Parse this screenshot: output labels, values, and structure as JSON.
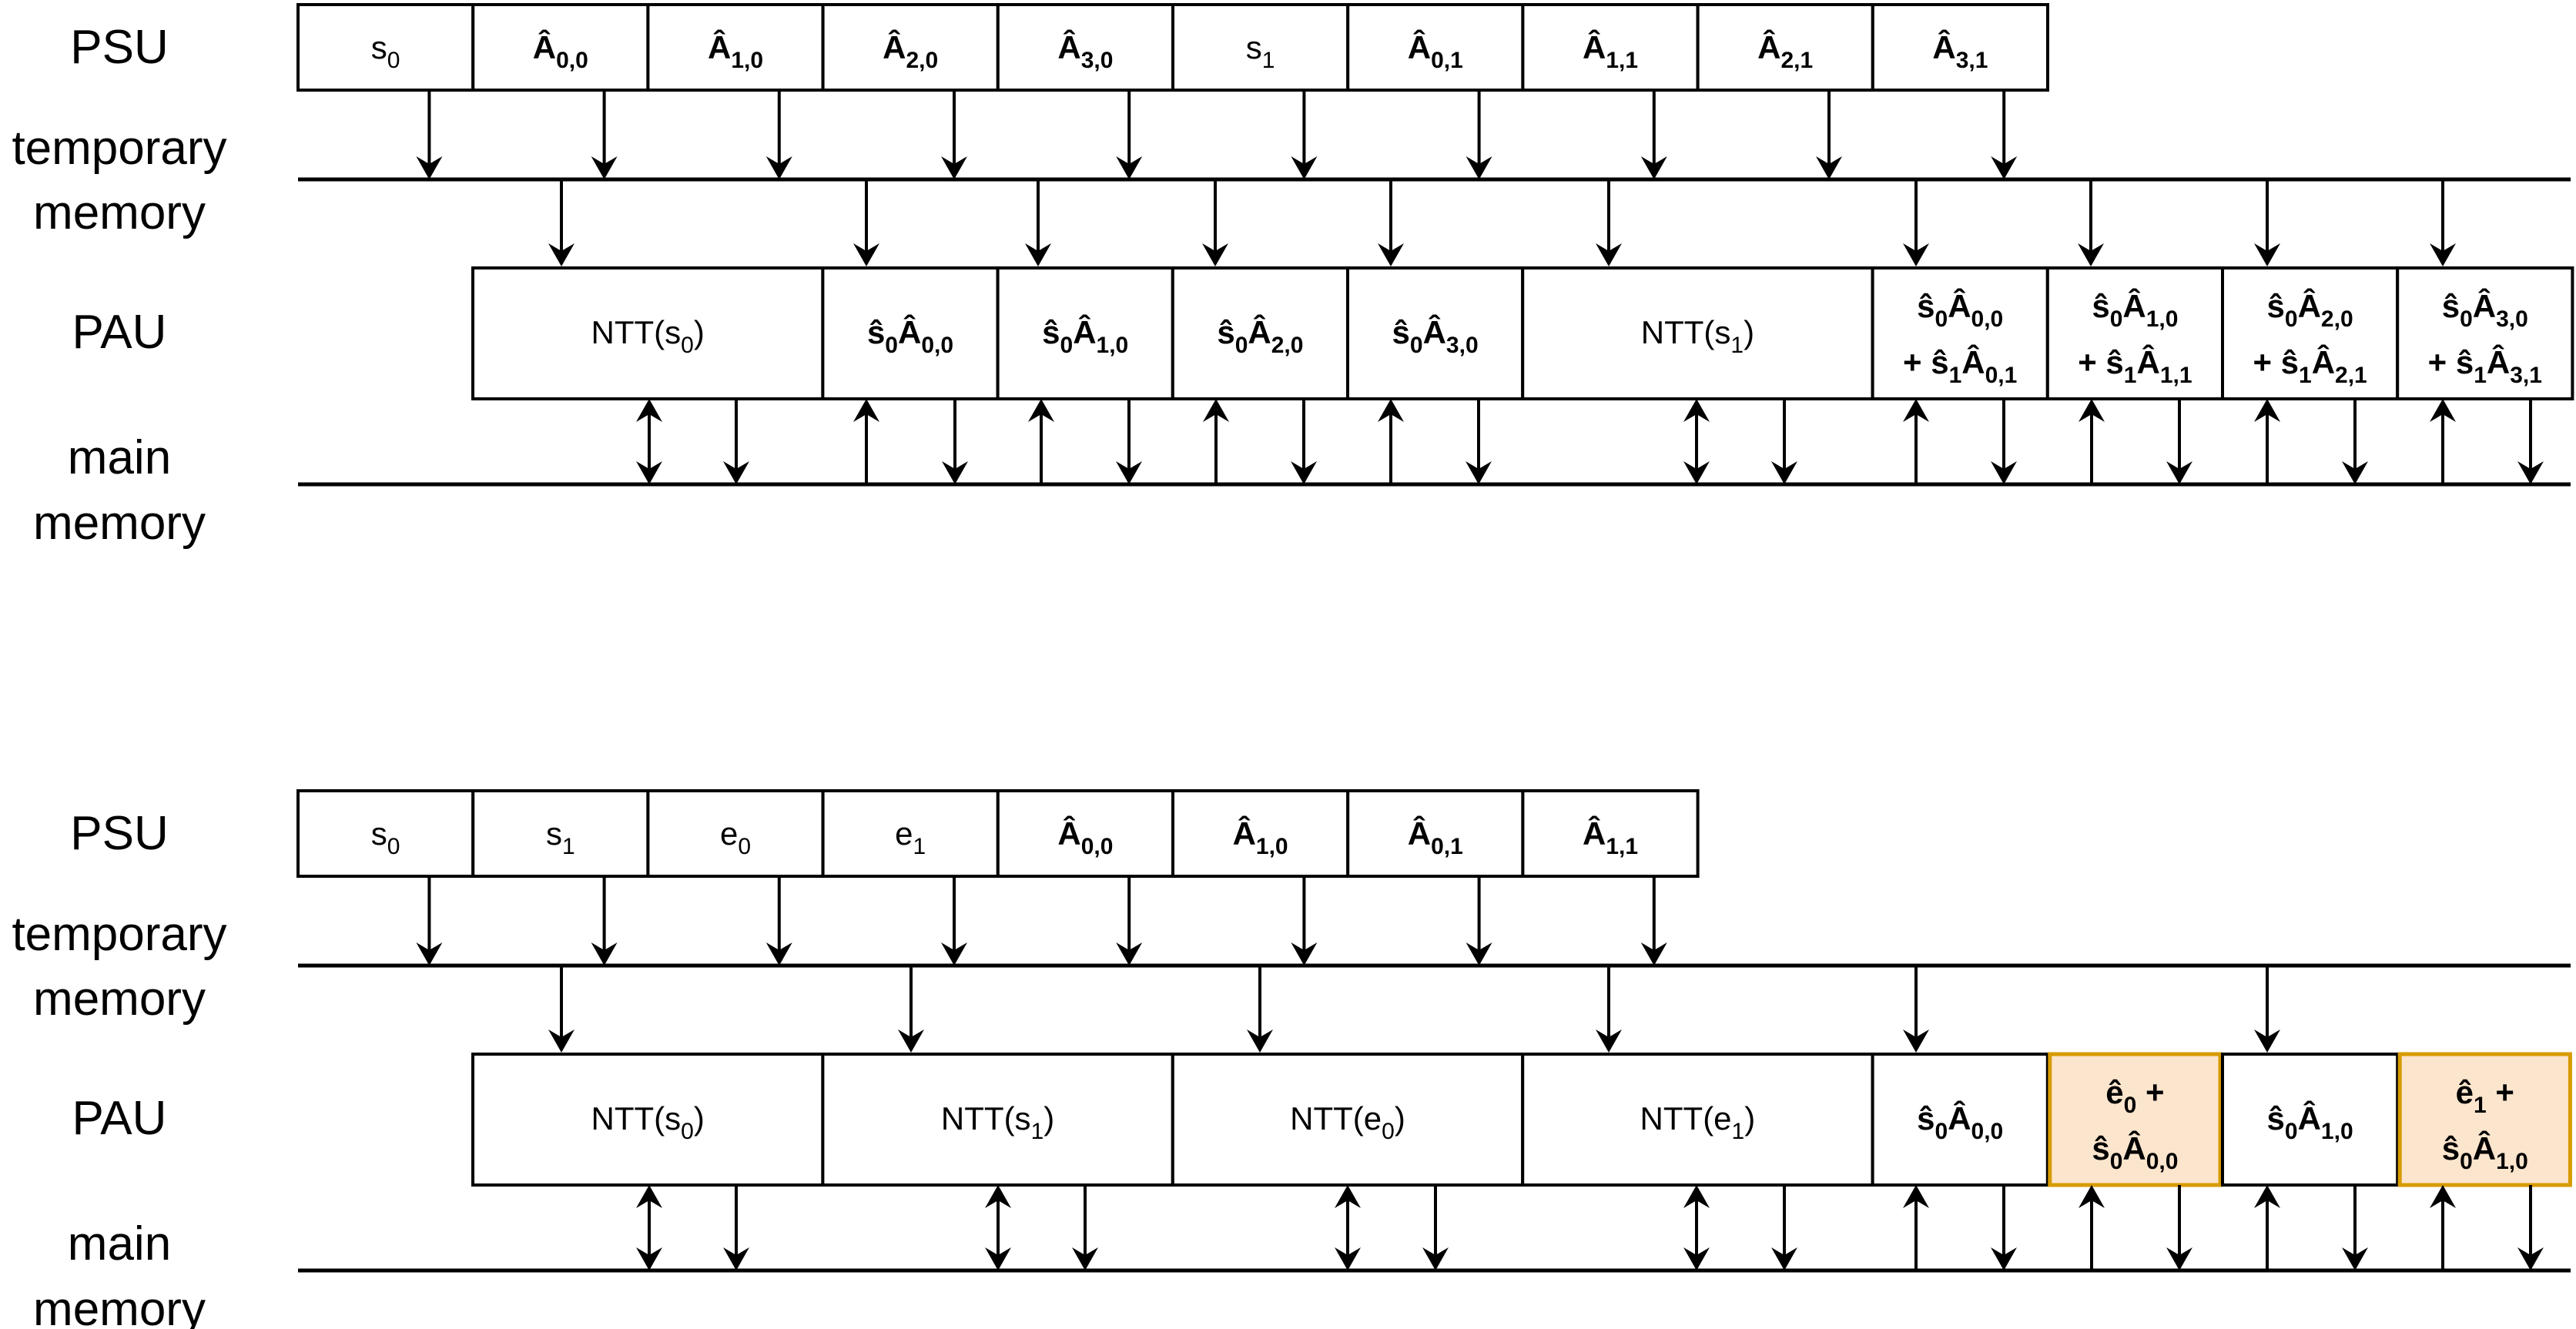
{
  "diagrams": [
    {
      "lanes": {
        "psu": "PSU",
        "temporary_memory": [
          "temporary",
          "memory"
        ],
        "pau": "PAU",
        "main_memory": [
          "main",
          "memory"
        ]
      },
      "psu_cells": [
        {
          "base": "s",
          "sub": "0",
          "bold": false
        },
        {
          "base": "Â",
          "sub": "0,0",
          "bold": true
        },
        {
          "base": "Â",
          "sub": "1,0",
          "bold": true
        },
        {
          "base": "Â",
          "sub": "2,0",
          "bold": true
        },
        {
          "base": "Â",
          "sub": "3,0",
          "bold": true
        },
        {
          "base": "s",
          "sub": "1",
          "bold": false
        },
        {
          "base": "Â",
          "sub": "0,1",
          "bold": true
        },
        {
          "base": "Â",
          "sub": "1,1",
          "bold": true
        },
        {
          "base": "Â",
          "sub": "2,1",
          "bold": true
        },
        {
          "base": "Â",
          "sub": "3,1",
          "bold": true
        }
      ],
      "pau_cells": [
        {
          "lines": [
            [
              [
                "NTT(s",
                ""
              ],
              [
                "0",
                "sub"
              ],
              [
                ")",
                ""
              ]
            ]
          ],
          "bold": false,
          "highlight": false
        },
        {
          "lines": [
            [
              [
                "ŝ",
                ""
              ],
              [
                "0",
                "sub"
              ],
              [
                "Â",
                ""
              ],
              [
                "0,0",
                "sub"
              ]
            ]
          ],
          "bold": true,
          "highlight": false
        },
        {
          "lines": [
            [
              [
                "ŝ",
                ""
              ],
              [
                "0",
                "sub"
              ],
              [
                "Â",
                ""
              ],
              [
                "1,0",
                "sub"
              ]
            ]
          ],
          "bold": true,
          "highlight": false
        },
        {
          "lines": [
            [
              [
                "ŝ",
                ""
              ],
              [
                "0",
                "sub"
              ],
              [
                "Â",
                ""
              ],
              [
                "2,0",
                "sub"
              ]
            ]
          ],
          "bold": true,
          "highlight": false
        },
        {
          "lines": [
            [
              [
                "ŝ",
                ""
              ],
              [
                "0",
                "sub"
              ],
              [
                "Â",
                ""
              ],
              [
                "3,0",
                "sub"
              ]
            ]
          ],
          "bold": true,
          "highlight": false
        },
        {
          "lines": [
            [
              [
                "NTT(s",
                ""
              ],
              [
                "1",
                "sub"
              ],
              [
                ")",
                ""
              ]
            ]
          ],
          "bold": false,
          "highlight": false
        },
        {
          "lines": [
            [
              [
                "ŝ",
                ""
              ],
              [
                "0",
                "sub"
              ],
              [
                "Â",
                ""
              ],
              [
                "0,0",
                "sub"
              ]
            ],
            [
              [
                "+ ŝ",
                ""
              ],
              [
                "1",
                "sub"
              ],
              [
                "Â",
                ""
              ],
              [
                "0,1",
                "sub"
              ]
            ]
          ],
          "bold": true,
          "highlight": false
        },
        {
          "lines": [
            [
              [
                "ŝ",
                ""
              ],
              [
                "0",
                "sub"
              ],
              [
                "Â",
                ""
              ],
              [
                "1,0",
                "sub"
              ]
            ],
            [
              [
                "+ ŝ",
                ""
              ],
              [
                "1",
                "sub"
              ],
              [
                "Â",
                ""
              ],
              [
                "1,1",
                "sub"
              ]
            ]
          ],
          "bold": true,
          "highlight": false
        },
        {
          "lines": [
            [
              [
                "ŝ",
                ""
              ],
              [
                "0",
                "sub"
              ],
              [
                "Â",
                ""
              ],
              [
                "2,0",
                "sub"
              ]
            ],
            [
              [
                "+ ŝ",
                ""
              ],
              [
                "1",
                "sub"
              ],
              [
                "Â",
                ""
              ],
              [
                "2,1",
                "sub"
              ]
            ]
          ],
          "bold": true,
          "highlight": false
        },
        {
          "lines": [
            [
              [
                "ŝ",
                ""
              ],
              [
                "0",
                "sub"
              ],
              [
                "Â",
                ""
              ],
              [
                "3,0",
                "sub"
              ]
            ],
            [
              [
                "+ ŝ",
                ""
              ],
              [
                "1",
                "sub"
              ],
              [
                "Â",
                ""
              ],
              [
                "3,1",
                "sub"
              ]
            ]
          ],
          "bold": true,
          "highlight": false
        }
      ]
    },
    {
      "lanes": {
        "psu": "PSU",
        "temporary_memory": [
          "temporary",
          "memory"
        ],
        "pau": "PAU",
        "main_memory": [
          "main",
          "memory"
        ]
      },
      "psu_cells": [
        {
          "base": "s",
          "sub": "0",
          "bold": false
        },
        {
          "base": "s",
          "sub": "1",
          "bold": false
        },
        {
          "base": "e",
          "sub": "0",
          "bold": false
        },
        {
          "base": "e",
          "sub": "1",
          "bold": false
        },
        {
          "base": "Â",
          "sub": "0,0",
          "bold": true
        },
        {
          "base": "Â",
          "sub": "1,0",
          "bold": true
        },
        {
          "base": "Â",
          "sub": "0,1",
          "bold": true
        },
        {
          "base": "Â",
          "sub": "1,1",
          "bold": true
        }
      ],
      "pau_cells": [
        {
          "lines": [
            [
              [
                "NTT(s",
                ""
              ],
              [
                "0",
                "sub"
              ],
              [
                ")",
                ""
              ]
            ]
          ],
          "bold": false,
          "highlight": false
        },
        {
          "lines": [
            [
              [
                "NTT(s",
                ""
              ],
              [
                "1",
                "sub"
              ],
              [
                ")",
                ""
              ]
            ]
          ],
          "bold": false,
          "highlight": false
        },
        {
          "lines": [
            [
              [
                "NTT(e",
                ""
              ],
              [
                "0",
                "sub"
              ],
              [
                ")",
                ""
              ]
            ]
          ],
          "bold": false,
          "highlight": false
        },
        {
          "lines": [
            [
              [
                "NTT(e",
                ""
              ],
              [
                "1",
                "sub"
              ],
              [
                ")",
                ""
              ]
            ]
          ],
          "bold": false,
          "highlight": false
        },
        {
          "lines": [
            [
              [
                "ŝ",
                ""
              ],
              [
                "0",
                "sub"
              ],
              [
                "Â",
                ""
              ],
              [
                "0,0",
                "sub"
              ]
            ]
          ],
          "bold": true,
          "highlight": false
        },
        {
          "lines": [
            [
              [
                "ê",
                ""
              ],
              [
                "0",
                "sub"
              ],
              [
                " +",
                ""
              ]
            ],
            [
              [
                "ŝ",
                ""
              ],
              [
                "0",
                "sub"
              ],
              [
                "Â",
                ""
              ],
              [
                "0,0",
                "sub"
              ]
            ]
          ],
          "bold": true,
          "highlight": true
        },
        {
          "lines": [
            [
              [
                "ŝ",
                ""
              ],
              [
                "0",
                "sub"
              ],
              [
                "Â",
                ""
              ],
              [
                "1,0",
                "sub"
              ]
            ]
          ],
          "bold": true,
          "highlight": false
        },
        {
          "lines": [
            [
              [
                "ê",
                ""
              ],
              [
                "1",
                "sub"
              ],
              [
                " +",
                ""
              ]
            ],
            [
              [
                "ŝ",
                ""
              ],
              [
                "0",
                "sub"
              ],
              [
                "Â",
                ""
              ],
              [
                "1,0",
                "sub"
              ]
            ]
          ],
          "bold": true,
          "highlight": true
        }
      ]
    }
  ],
  "colors": {
    "stroke": "#000000",
    "highlight_fill": "#fce5cd",
    "highlight_stroke": "#d79b00"
  }
}
